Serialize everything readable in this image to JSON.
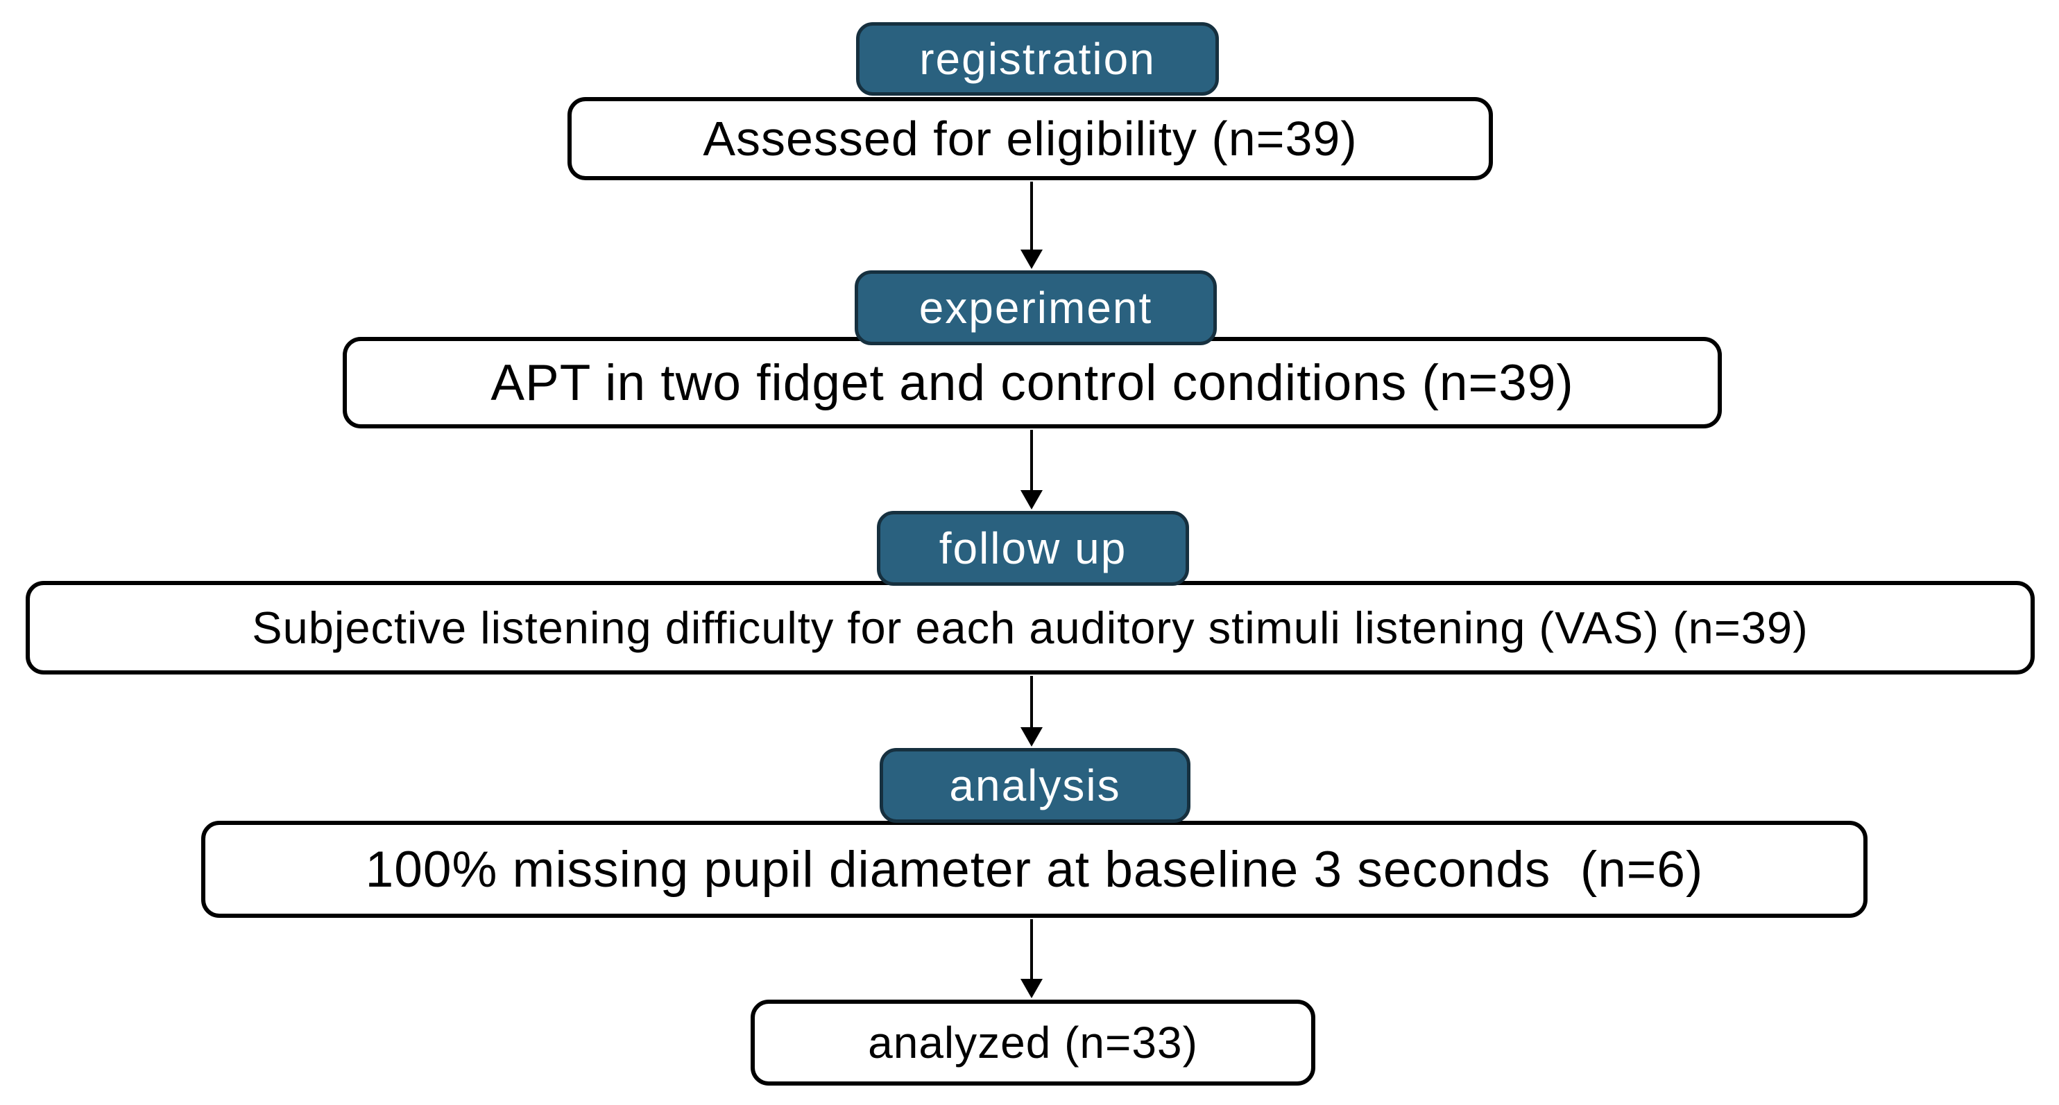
{
  "diagram": {
    "type": "flowchart",
    "background": "#ffffff",
    "colors": {
      "badge_fill": "#2a617f",
      "badge_border": "#16303f",
      "badge_text": "#ffffff",
      "box_fill": "#ffffff",
      "box_border": "#000000",
      "box_text": "#000000",
      "arrow": "#000000"
    },
    "stages": [
      {
        "badge": "registration",
        "box": "Assessed for eligibility (n=39)"
      },
      {
        "badge": "experiment",
        "box": "APT in two fidget and control conditions (n=39)"
      },
      {
        "badge": "follow up",
        "box": "Subjective listening difficulty for each auditory stimuli listening (VAS) (n=39)"
      },
      {
        "badge": "analysis",
        "box": "100% missing pupil diameter at baseline 3 seconds  (n=6)"
      },
      {
        "badge": null,
        "box": "analyzed (n=33)"
      }
    ]
  }
}
